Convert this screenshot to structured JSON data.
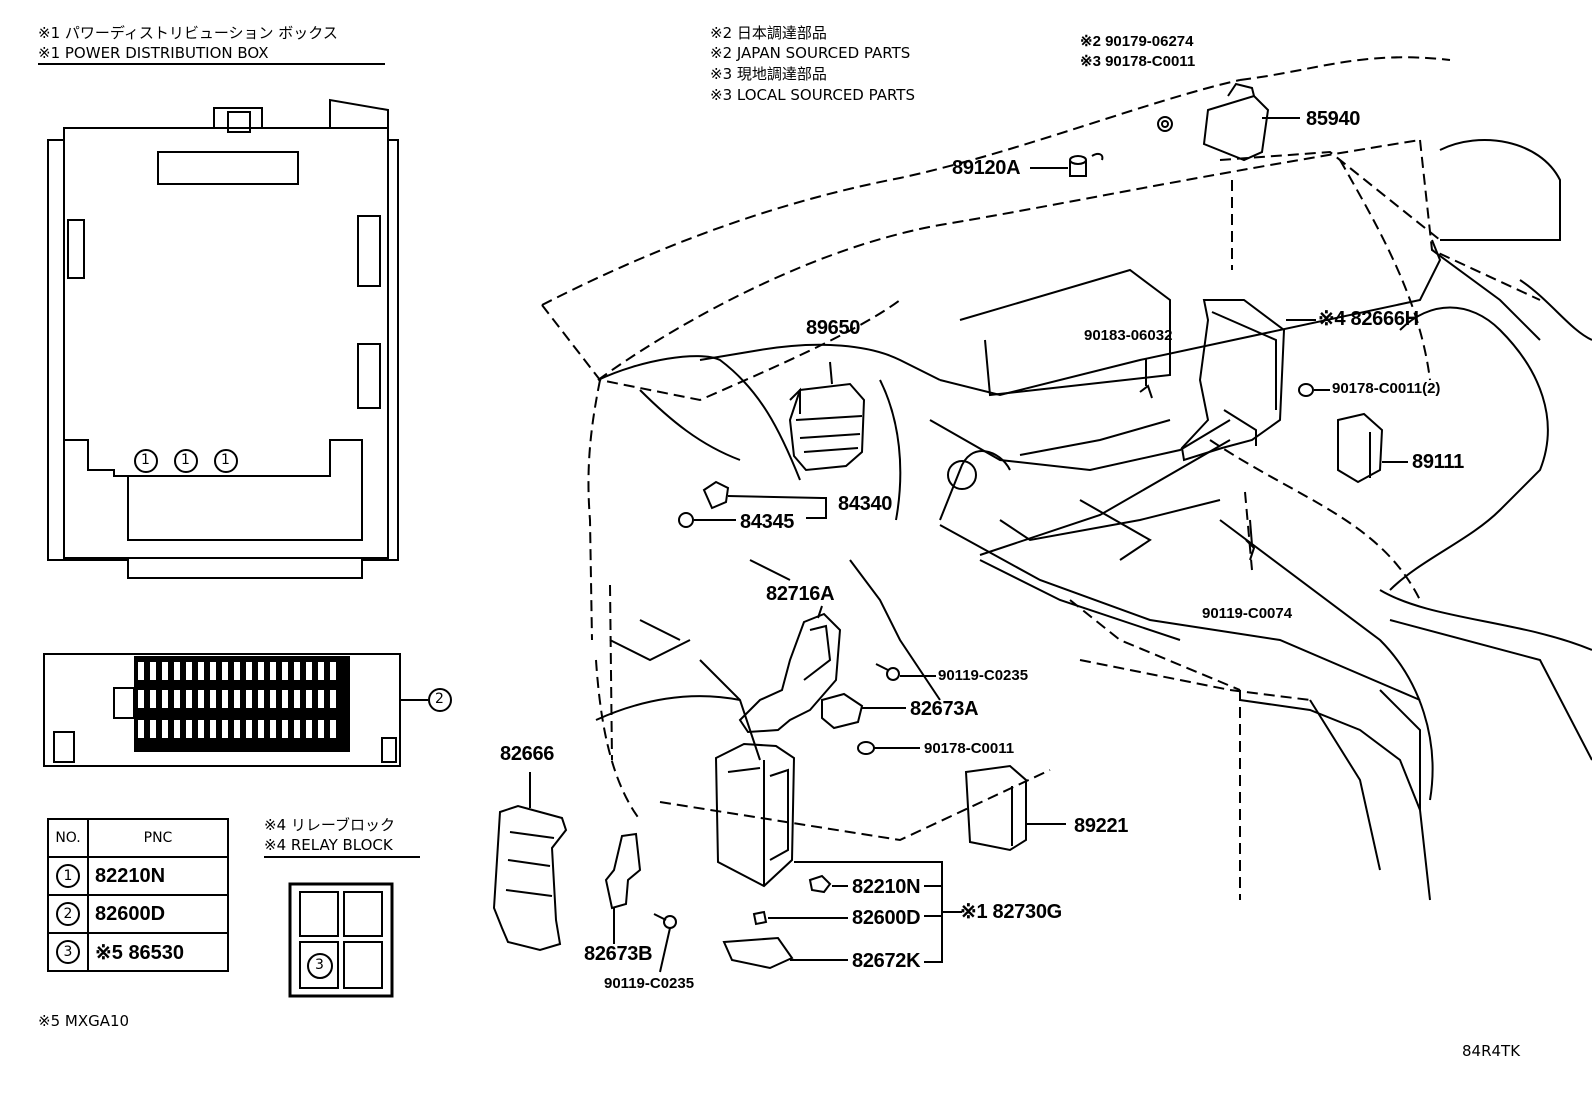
{
  "pdb": {
    "title_jp": "※1  パワーディストリビューション ボックス",
    "title_en": "※1  POWER DISTRIBUTION BOX",
    "marker1": "1",
    "marker2": "2"
  },
  "notes": {
    "jp2": "※2 日本調達部品",
    "en2": "※2 JAPAN SOURCED PARTS",
    "jp3": "※3 現地調達部品",
    "en3": "※3 LOCAL SOURCED PARTS",
    "relay_jp": "※4 リレーブロック",
    "relay_en": "※4 RELAY BLOCK",
    "relay_marker": "3",
    "footnote5": "※5 MXGA10",
    "ref_code": "84R4TK"
  },
  "table": {
    "col_no": "NO.",
    "col_pnc": "PNC",
    "rows": [
      {
        "no": "1",
        "pnc": "82210N"
      },
      {
        "no": "2",
        "pnc": "82600D"
      },
      {
        "no": "3",
        "pnc": "※5  86530"
      }
    ]
  },
  "parts": {
    "p90179": "※2 90179-06274",
    "p90178_top": "※3 90178-C0011",
    "p85940": "85940",
    "p89120A": "89120A",
    "p82666H": "※4 82666H",
    "p90183": "90183-06032",
    "p90178_2": "90178-C0011(2)",
    "p89111": "89111",
    "p89650": "89650",
    "p84340": "84340",
    "p84345": "84345",
    "p90119_c0074": "90119-C0074",
    "p82716A": "82716A",
    "p90119_c0235a": "90119-C0235",
    "p82673A": "82673A",
    "p90178_mid": "90178-C0011",
    "p82666": "82666",
    "p89221": "89221",
    "p82210N": "82210N",
    "p82600D": "82600D",
    "p82672K": "82672K",
    "p82730G": "※1 82730G",
    "p82673B": "82673B",
    "p90119_c0235b": "90119-C0235"
  }
}
